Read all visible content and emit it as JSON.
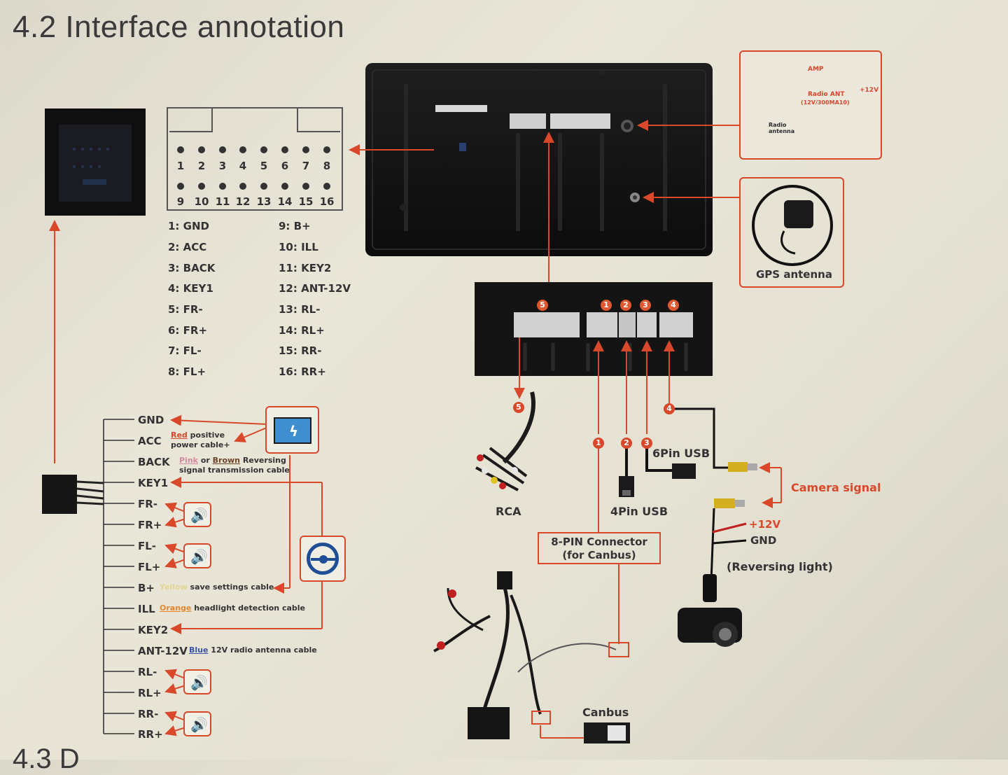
{
  "title": "4.2 Interface annotation",
  "bottom_title": "4.3 D",
  "pins_top": [
    "1",
    "2",
    "3",
    "4",
    "5",
    "6",
    "7",
    "8"
  ],
  "pins_bottom": [
    "9",
    "10",
    "11",
    "12",
    "13",
    "14",
    "15",
    "16"
  ],
  "pin_defs_left": [
    "1: GND",
    "2: ACC",
    "3: BACK",
    "4: KEY1",
    "5: FR-",
    "6: FR+",
    "7: FL-",
    "8: FL+"
  ],
  "pin_defs_right": [
    "9: B+",
    "10: ILL",
    "11: KEY2",
    "12: ANT-12V",
    "13: RL-",
    "14: RL+",
    "15: RR-",
    "16: RR+"
  ],
  "wires": [
    "GND",
    "ACC",
    "BACK",
    "KEY1",
    "FR-",
    "FR+",
    "FL-",
    "FL+",
    "B+",
    "ILL",
    "KEY2",
    "ANT-12V",
    "RL-",
    "RL+",
    "RR-",
    "RR+"
  ],
  "wire_notes": {
    "acc_color": "Red",
    "acc_text1": " positive",
    "acc_text2": "power cable+",
    "back_color1": "Pink",
    "back_or": " or ",
    "back_color2": "Brown",
    "back_text1": " Reversing",
    "back_text2": "signal transmission cable",
    "bplus_color": "Yellow",
    "bplus_text": "save settings cable",
    "ill_color": "Orange",
    "ill_text": "headlight detection cable",
    "ant_color": "Blue",
    "ant_text": "12V radio antenna cable"
  },
  "radio_inset": {
    "amp": "AMP",
    "radio_ant": "Radio ANT",
    "radio_ant_spec": "(12V/300MA10)",
    "plus12v": "+12V",
    "radio_antenna1": "Radio",
    "radio_antenna2": "antenna"
  },
  "gps_label": "GPS antenna",
  "port_numbers": [
    "5",
    "1",
    "2",
    "3",
    "4"
  ],
  "labels": {
    "rca": "RCA",
    "usb4": "4Pin USB",
    "usb6": "6Pin USB",
    "camera_signal": "Camera signal",
    "plus12v": "+12V",
    "gnd": "GND",
    "reversing_light": "(Reversing light)",
    "connector8_line1": "8-PIN Connector",
    "connector8_line2": "(for Canbus)",
    "canbus": "Canbus"
  },
  "colors": {
    "accent": "#d9482b",
    "device": "#141414",
    "background": "#e6e3d5"
  },
  "icons": [
    "battery-icon",
    "speaker-icon",
    "steering-wheel-icon",
    "gps-antenna-icon",
    "camera-icon"
  ]
}
